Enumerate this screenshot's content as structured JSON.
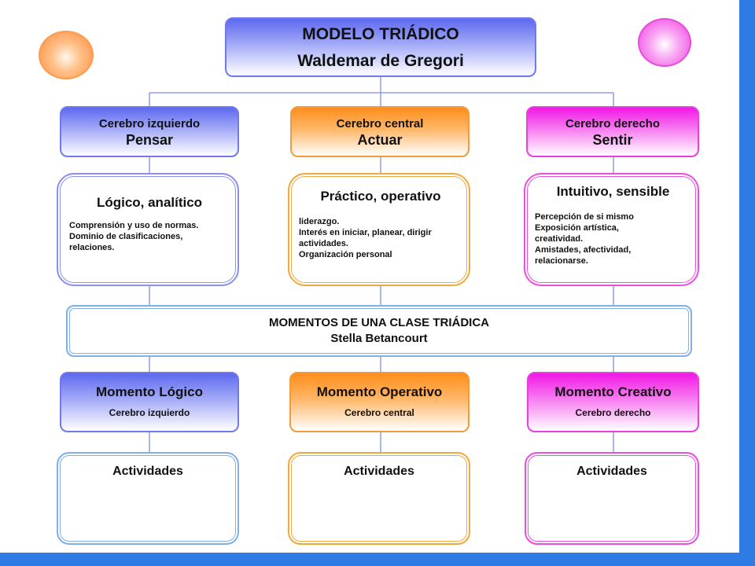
{
  "header": {
    "title": "MODELO TRIÁDICO",
    "author": "Waldemar de Gregori"
  },
  "brains": [
    {
      "label": "Cerebro izquierdo",
      "verb": "Pensar"
    },
    {
      "label": "Cerebro central",
      "verb": "Actuar"
    },
    {
      "label": "Cerebro derecho",
      "verb": "Sentir"
    }
  ],
  "traits": [
    {
      "title": "Lógico, analítico",
      "description": "Comprensión y uso de normas.\nDominio de clasificaciones,\nrelaciones."
    },
    {
      "title": "Práctico, operativo",
      "description": "liderazgo.\nInterés en iniciar, planear, dirigir\nactividades.\nOrganización personal"
    },
    {
      "title": "Intuitivo, sensible",
      "description": "Percepción de si mismo\nExposición artística,\ncreatividad.\nAmistades, afectividad,\nrelacionarse."
    }
  ],
  "moments_header": {
    "title": "MOMENTOS DE UNA CLASE TRIÁDICA",
    "author": "Stella Betancourt"
  },
  "moments": [
    {
      "title": "Momento Lógico",
      "brain": "Cerebro izquierdo"
    },
    {
      "title": "Momento Operativo",
      "brain": "Cerebro central"
    },
    {
      "title": "Momento Creativo",
      "brain": "Cerebro derecho"
    }
  ],
  "activities": [
    {
      "label": "Actividades"
    },
    {
      "label": "Actividades"
    },
    {
      "label": "Actividades"
    }
  ],
  "colors": {
    "blue": "#5d69ef",
    "orange": "#ff8e1c",
    "pink": "#f217e6",
    "connector": "#7b8fe0",
    "frame": "#2f7be6"
  }
}
